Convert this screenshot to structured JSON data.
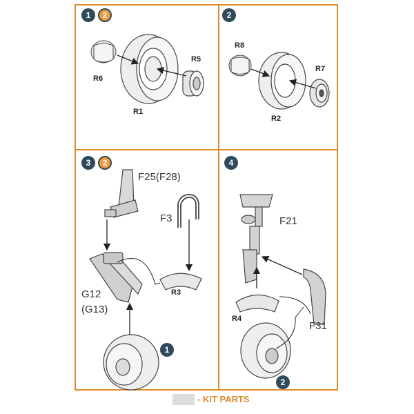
{
  "steps": {
    "s1": {
      "badge": "1",
      "sub_badge": "2",
      "labels": {
        "r6": "R6",
        "r5": "R5",
        "r1": "R1"
      }
    },
    "s2": {
      "badge": "2",
      "labels": {
        "r8": "R8",
        "r7": "R7",
        "r2": "R2"
      }
    },
    "s3": {
      "badge": "3",
      "sub_badge": "2",
      "labels": {
        "f25": "F25(F28)",
        "f3": "F3",
        "g12": "G12",
        "g13": "(G13)",
        "r3": "R3"
      },
      "callout": "1"
    },
    "s4": {
      "badge": "4",
      "labels": {
        "f21": "F21",
        "r4": "R4",
        "f31": "F31"
      },
      "callout": "2"
    }
  },
  "legend": {
    "text": "- KIT PARTS"
  },
  "colors": {
    "frame": "#e08a2a",
    "badge_dark": "#2f4a5a",
    "badge_orange": "#f39a3a"
  }
}
